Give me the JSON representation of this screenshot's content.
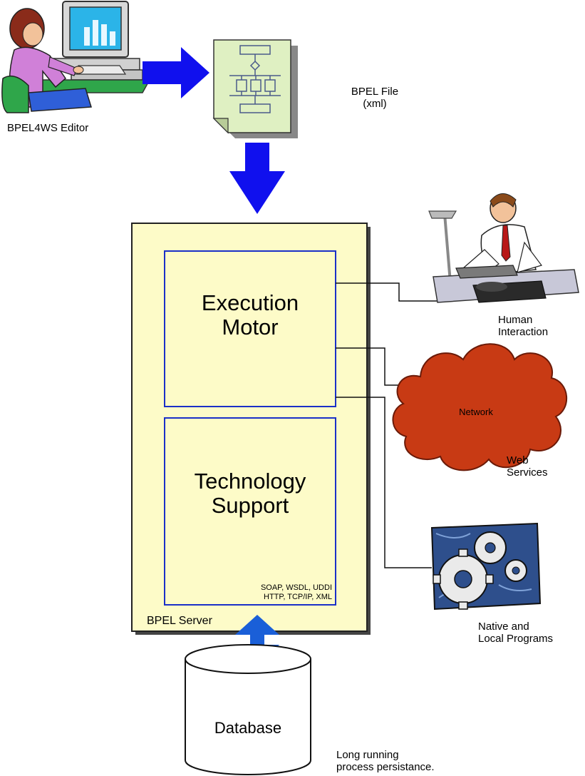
{
  "editor": {
    "label": "BPEL4WS Editor"
  },
  "bpel_file": {
    "line1": "BPEL File",
    "line2": "(xml)"
  },
  "server": {
    "label": "BPEL Server",
    "execution_motor": {
      "line1": "Execution",
      "line2": "Motor"
    },
    "technology_support": {
      "line1": "Technology",
      "line2": "Support",
      "protocols_line1": "SOAP, WSDL, UDDI",
      "protocols_line2": "HTTP, TCP/IP, XML"
    }
  },
  "human_interaction": {
    "line1": "Human",
    "line2": "Interaction"
  },
  "network": {
    "cloud_label": "Network",
    "line1": "Web",
    "line2": "Services"
  },
  "programs": {
    "line1": "Native and",
    "line2": "Local Programs"
  },
  "database": {
    "label": "Database",
    "caption_line1": "Long running",
    "caption_line2": "process persistance."
  },
  "colors": {
    "arrow_blue": "#1010ee",
    "panel_yellow": "#fdfbc8",
    "box_border": "#1a2fc8",
    "cloud_red": "#c83a14",
    "gears_blue": "#2e4f8c"
  }
}
